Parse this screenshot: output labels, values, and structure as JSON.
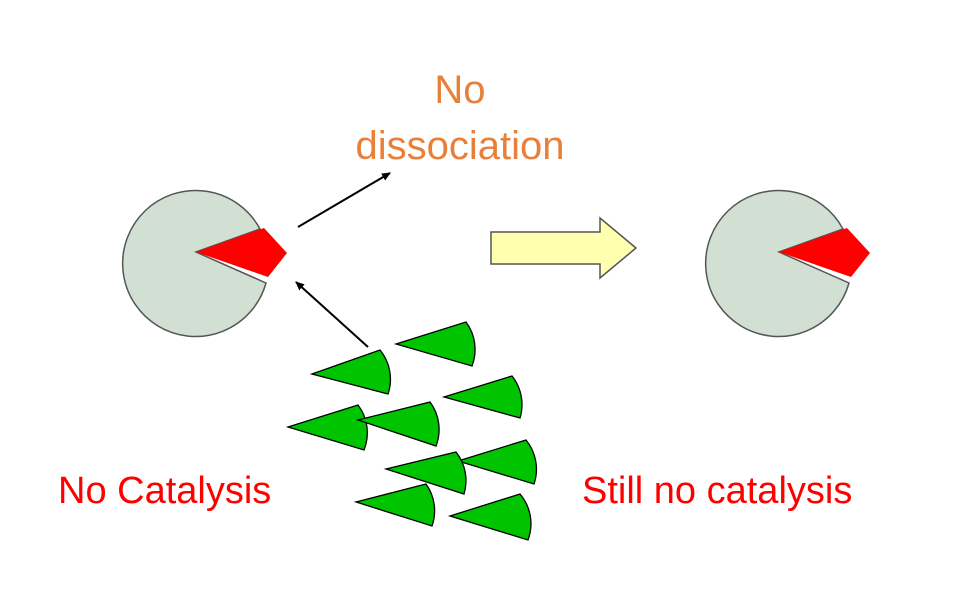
{
  "labels": {
    "top_line1": "No",
    "top_line2": "dissociation",
    "left_caption": "No Catalysis",
    "right_caption": "Still no catalysis"
  },
  "colors": {
    "top_label": "#E9803A",
    "caption": "#FF0000",
    "enzyme_fill": "#D1E0D3",
    "enzyme_stroke": "#555555",
    "active_site": "#FF0000",
    "substrate_fill": "#00C400",
    "substrate_stroke": "#000000",
    "block_arrow_fill": "#FFFFB0",
    "block_arrow_stroke": "#555555",
    "line_arrow": "#000000"
  }
}
